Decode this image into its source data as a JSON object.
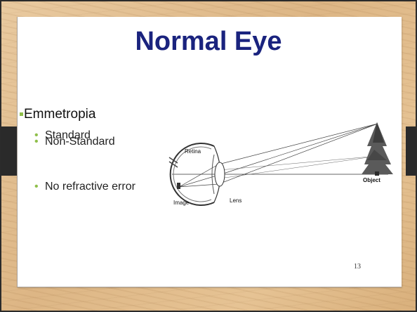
{
  "slide": {
    "title": "Normal Eye",
    "bullets": {
      "level1": "Emmetropia",
      "level2": [
        "Standard",
        "Non-Standard",
        "No refractive error"
      ]
    },
    "diagram": {
      "labels": {
        "retina": "Retina",
        "image": "Image",
        "lens": "Lens",
        "object": "Object"
      },
      "icons": [
        "eye-cross-section",
        "tree-icon"
      ]
    },
    "page_number": "13"
  },
  "colors": {
    "title": "#1a237e",
    "bullet": "#8fbf4a",
    "background": "#ddb685"
  }
}
